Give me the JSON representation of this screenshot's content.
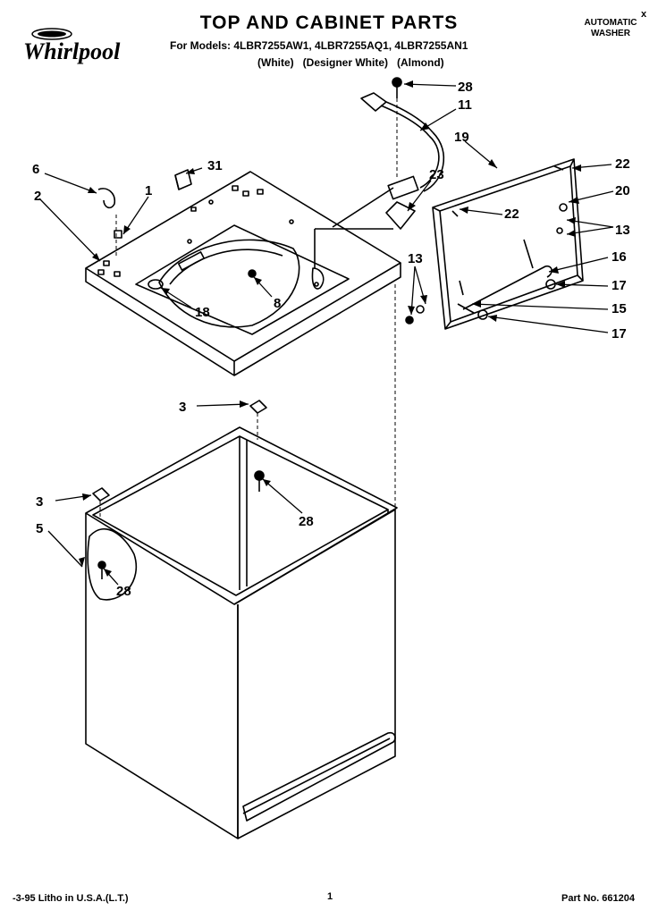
{
  "header": {
    "brand": "Whirlpool",
    "title": "TOP AND CABINET PARTS",
    "models": "For Models: 4LBR7255AW1, 4LBR7255AQ1, 4LBR7255AN1",
    "colors": "(White)   (Designer White)   (Almond)",
    "product_type_line1": "AUTOMATIC",
    "product_type_line2": "WASHER",
    "corner_mark": "x"
  },
  "callouts": [
    {
      "id": "c28-top",
      "label": "28"
    },
    {
      "id": "c11",
      "label": "11"
    },
    {
      "id": "c19",
      "label": "19"
    },
    {
      "id": "c22-a",
      "label": "22"
    },
    {
      "id": "c20",
      "label": "20"
    },
    {
      "id": "c22-b",
      "label": "22"
    },
    {
      "id": "c13-a",
      "label": "13"
    },
    {
      "id": "c16",
      "label": "16"
    },
    {
      "id": "c17-a",
      "label": "17"
    },
    {
      "id": "c15",
      "label": "15"
    },
    {
      "id": "c17-b",
      "label": "17"
    },
    {
      "id": "c13-b",
      "label": "13"
    },
    {
      "id": "c23",
      "label": "23"
    },
    {
      "id": "c6",
      "label": "6"
    },
    {
      "id": "c31",
      "label": "31"
    },
    {
      "id": "c1",
      "label": "1"
    },
    {
      "id": "c2",
      "label": "2"
    },
    {
      "id": "c8",
      "label": "8"
    },
    {
      "id": "c18",
      "label": "18"
    },
    {
      "id": "c3-a",
      "label": "3"
    },
    {
      "id": "c28-mid",
      "label": "28"
    },
    {
      "id": "c3-b",
      "label": "3"
    },
    {
      "id": "c5",
      "label": "5"
    },
    {
      "id": "c28-low",
      "label": "28"
    }
  ],
  "footer": {
    "litho": "-3-95 Litho in U.S.A.(L.T.)",
    "page": "1",
    "part_no": "Part No. 661204"
  }
}
